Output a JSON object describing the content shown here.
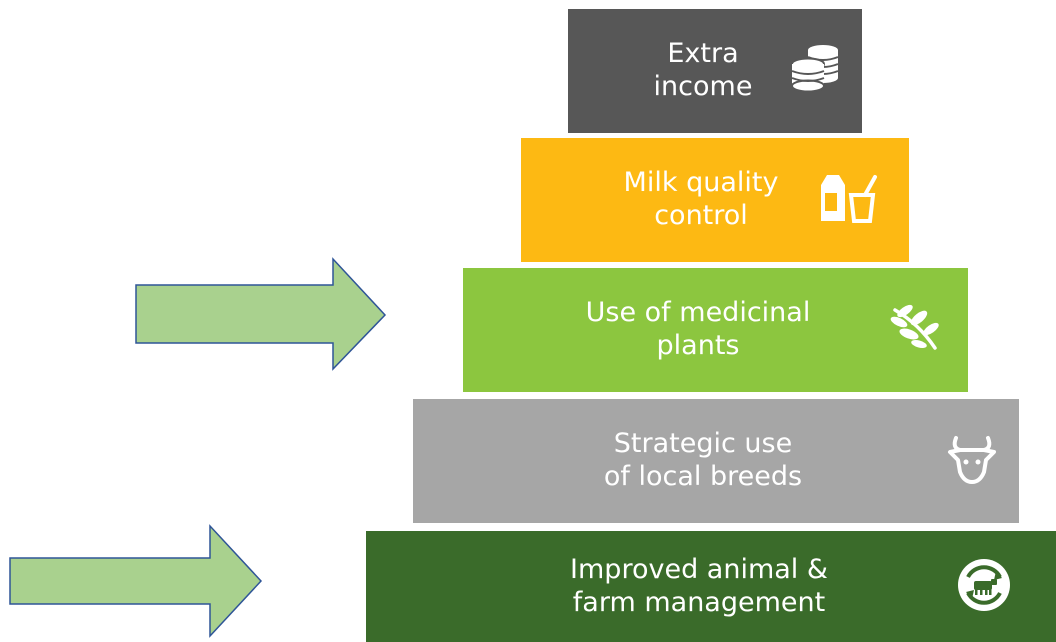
{
  "tiers": [
    {
      "id": "extra-income",
      "lines": [
        "Extra",
        "income"
      ],
      "color": "#575757",
      "icon": "coins-icon"
    },
    {
      "id": "milk-quality",
      "lines": [
        "Milk quality",
        "control"
      ],
      "color": "#FDB913",
      "icon": "milk-carton-glass-icon"
    },
    {
      "id": "medicinal-plants",
      "lines": [
        "Use of medicinal",
        "plants"
      ],
      "color": "#8CC63F",
      "icon": "leaf-branch-icon"
    },
    {
      "id": "local-breeds",
      "lines": [
        "Strategic use",
        "of local breeds"
      ],
      "color": "#A6A6A6",
      "icon": "cow-head-icon"
    },
    {
      "id": "farm-management",
      "lines": [
        "Improved animal &",
        "farm management"
      ],
      "color": "#3A6B2A",
      "icon": "cow-cycle-icon"
    }
  ],
  "arrows": {
    "fill": "#A9D18E",
    "stroke": "#2F5597",
    "targets": [
      "medicinal-plants",
      "farm-management"
    ]
  }
}
